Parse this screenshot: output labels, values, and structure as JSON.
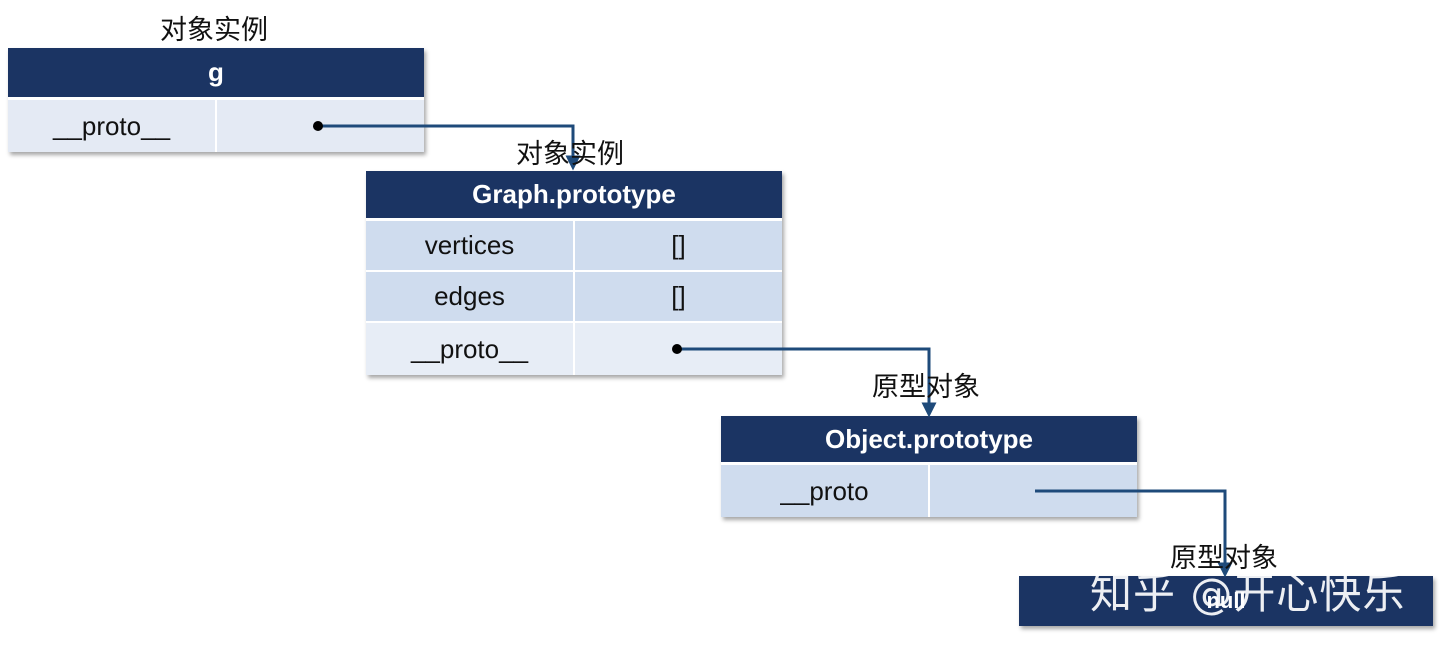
{
  "labels": {
    "instance_1": "对象实例",
    "instance_2": "对象实例",
    "prototype_1": "原型对象",
    "prototype_2": "原型对象"
  },
  "tables": {
    "g": {
      "title": "g",
      "rows": [
        {
          "key": "__proto__",
          "value": ""
        }
      ]
    },
    "graph_prototype": {
      "title": "Graph.prototype",
      "rows": [
        {
          "key": "vertices",
          "value": "[]"
        },
        {
          "key": "edges",
          "value": "[]"
        },
        {
          "key": "__proto__",
          "value": ""
        }
      ]
    },
    "object_prototype": {
      "title": "Object.prototype",
      "rows": [
        {
          "key": "__proto",
          "value": ""
        }
      ]
    },
    "null_box": {
      "title": "null"
    }
  },
  "watermark": "知乎 @开心快乐",
  "colors": {
    "header_bg": "#1b3463",
    "row_dark": "#cfdcee",
    "row_light": "#e7edf6",
    "arrow": "#1e4a7a"
  }
}
